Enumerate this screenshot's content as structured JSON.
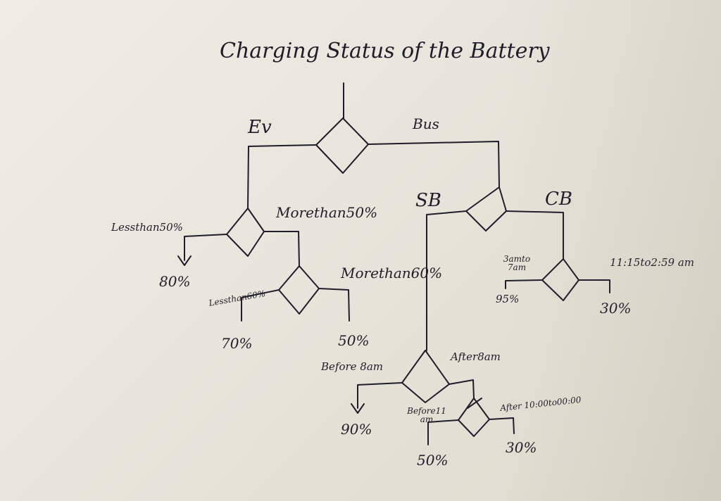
{
  "title": "Charging Status of the Battery",
  "branches": {
    "ev": "Ev",
    "bus": "Bus",
    "sb": "SB",
    "cb": "CB"
  },
  "ev_decision": {
    "less": "Lessthan50%",
    "more": "Morethan50%",
    "less_result": "80%"
  },
  "ev_sub_decision": {
    "less": "Lessthan60%",
    "more": "Morethan60%",
    "less_result": "70%",
    "more_result": "50%"
  },
  "cb_decision": {
    "left": "3amto 7am",
    "right": "11:15to2:59 am",
    "left_result": "95%",
    "right_result": "30%"
  },
  "sb_decision": {
    "left": "Before 8am",
    "right": "After8am",
    "left_result": "90%"
  },
  "sb_sub_decision": {
    "left": "Before11 am",
    "right": "After 10:00to00:00",
    "left_result": "50%",
    "right_result": "30%"
  },
  "colors": {
    "ink": "#1e1e2a",
    "paper": "#ece9df"
  }
}
